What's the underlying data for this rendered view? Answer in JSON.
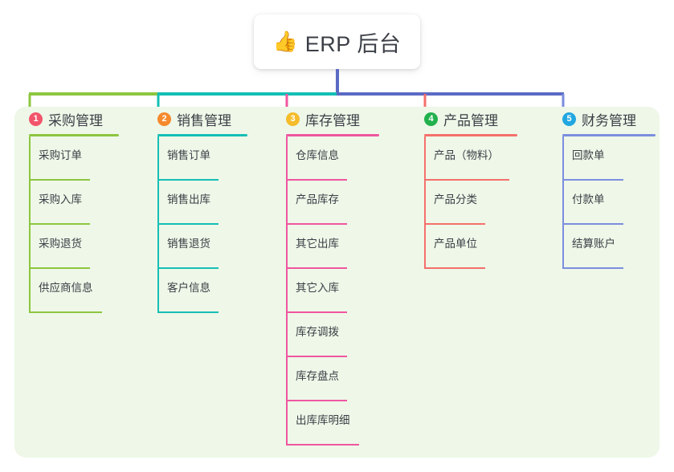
{
  "root": {
    "emoji": "👍",
    "emoji_icon": "thumbs-up-icon",
    "title": "ERP 后台"
  },
  "palette": {
    "panel_bg": "#eef7e8",
    "page_bg": "#ffffff",
    "text": "#3b3f46",
    "root_stem": "#5b6ac4"
  },
  "columns": [
    {
      "index": "1",
      "title": "采购管理",
      "badge_color": "#f2556b",
      "line_color": "#8dc63f",
      "rule_width": 112,
      "items": [
        "采购订单",
        "采购入库",
        "采购退货",
        "供应商信息"
      ]
    },
    {
      "index": "2",
      "title": "销售管理",
      "badge_color": "#f5892c",
      "line_color": "#14bfb5",
      "rule_width": 112,
      "items": [
        "销售订单",
        "销售出库",
        "销售退货",
        "客户信息"
      ]
    },
    {
      "index": "3",
      "title": "库存管理",
      "badge_color": "#f5bc2b",
      "line_color": "#ef56a0",
      "rule_width": 116,
      "items": [
        "仓库信息",
        "产品库存",
        "其它出库",
        "其它入库",
        "库存调拨",
        "库存盘点",
        "出库库明细"
      ]
    },
    {
      "index": "4",
      "title": "产品管理",
      "badge_color": "#22b14c",
      "line_color": "#f4706b",
      "rule_width": 116,
      "items": [
        "产品（物料）",
        "产品分类",
        "产品单位"
      ]
    },
    {
      "index": "5",
      "title": "财务管理",
      "badge_color": "#22a7e0",
      "line_color": "#7b8ede",
      "rule_width": 116,
      "items": [
        "回款单",
        "付款单",
        "结算账户"
      ]
    }
  ],
  "connectors": {
    "root_stem_color": "#5b6ac4",
    "segments": [
      {
        "name": "segment-green",
        "color": "#8dc63f"
      },
      {
        "name": "segment-teal",
        "color": "#14bfb5"
      },
      {
        "name": "segment-blue",
        "color": "#5b6ac4"
      }
    ],
    "drops": [
      {
        "name": "drop-purchase",
        "color": "#8dc63f"
      },
      {
        "name": "drop-sales",
        "color": "#14bfb5"
      },
      {
        "name": "drop-inventory",
        "color": "#ef56a0"
      },
      {
        "name": "drop-product",
        "color": "#f4706b"
      },
      {
        "name": "drop-finance",
        "color": "#7b8ede"
      }
    ]
  }
}
